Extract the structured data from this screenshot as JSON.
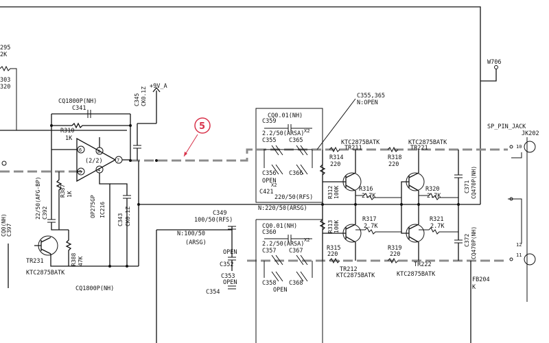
{
  "labels": {
    "r295": "295",
    "r295_val": "2K",
    "r303": "303",
    "r303_val": "320",
    "w706": "W706",
    "sp_pin_jack": "SP_PIN_JACK",
    "jk202": "JK202",
    "pin10": "10",
    "pin12": "12",
    "pin11": "11",
    "cq1800p_top": "CQ1800P(NH)",
    "c341": "C341",
    "r310": "R310",
    "r310_val": "1K",
    "c345": "C345",
    "c345_val": "CK0.1Z",
    "plus9v": "+9V_A",
    "opamp_half": "(2/2)",
    "pin6": "6",
    "pin5": "5",
    "pin4": "4",
    "pin7": "7",
    "pin8": "8",
    "c392_a": "22/50(AFG-BP)",
    "c392": "C392",
    "r387": "R387",
    "r387_val": "1K",
    "ic_part": "OP275GP",
    "ic216": "IC216",
    "c343": "C343",
    "c343_val": "CK0.1Z",
    "left_cap": "C397",
    "left_cap_val": "CQ0(NH)",
    "tr231": "TR231",
    "r388": "R388",
    "r388_val": "47K",
    "ktc_bl": "KTC2875BATK",
    "cq1800p_bottom": "CQ1800P(NH)",
    "c355_365": "C355,365",
    "n_open": "N:OPEN",
    "cq001_top": "CQ0.01(NH)",
    "c359": "C359",
    "c_22_50_arsa_top": "2.2/50(ARSA)",
    "x2_top": "X2",
    "c355": "C355",
    "c365": "C365",
    "c356": "C356",
    "c366": "C366",
    "open_top": "OPEN",
    "x2_mid": "X2",
    "c421": "C421",
    "c_220_50_rfs": "220/50(RFS)",
    "n_220_50_arsg": "N:220/50(ARSG)",
    "ktc_tr211": "KTC2875BATK",
    "tr211": "TR211",
    "ktc_tr221": "KTC2875BATK",
    "tr221": "TR221",
    "r314": "R314",
    "r314_val": "220",
    "r318": "R318",
    "r318_val": "220",
    "r312": "R312",
    "r312_val": "100K",
    "r316": "R316",
    "r316_val": "2.7K",
    "r320": "R320",
    "r320_val": "2.7K",
    "c371": "C371",
    "c371_val": "CQ470P(NH)",
    "r313": "R313",
    "r313_val": "100K",
    "r317": "R317",
    "r317_val": "2.7K",
    "r321": "R321",
    "r321_val": "2.7K",
    "c372": "C372",
    "c372_val": "CQ470P(NH)",
    "r315": "R315",
    "r315_val": "220",
    "r319": "R319",
    "r319_val": "220",
    "tr212_lbl": "TR212",
    "ktc_tr212": "KTC2875BATK",
    "tr222": "TR222",
    "ktc_tr222": "KTC2875BATK",
    "fb204": "FB204",
    "k_suffix": "K",
    "c349": "C349",
    "c349_val": "100/50(RFS)",
    "n_100_50": "N:100/50",
    "arsg": "(ARSG)",
    "open_c352": "OPEN",
    "c352": "C352",
    "c353": "C353",
    "open_c353": "OPEN",
    "c354": "C354",
    "cq001_bot": "CQ0.01(NH)",
    "c360": "C360",
    "c_22_50_arsa_bot": "2.2/50(ARSA)",
    "x2_bot": "X2",
    "c357": "C357",
    "c367": "C367",
    "c358": "C358",
    "c368": "C368",
    "open_bot": "OPEN",
    "callout_5": "5"
  }
}
